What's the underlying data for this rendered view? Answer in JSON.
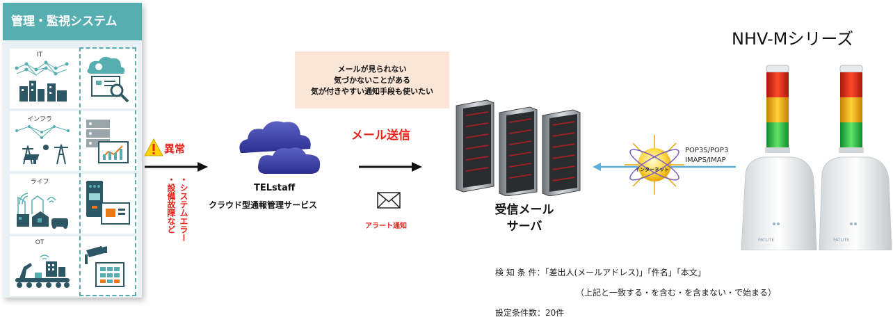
{
  "panel": {
    "title": "管理・監視システム",
    "rows": [
      {
        "label": "IT"
      },
      {
        "label": "インフラ"
      },
      {
        "label": "ライフ"
      },
      {
        "label": "OT"
      }
    ]
  },
  "anomaly": {
    "label": "異常",
    "causes": [
      "・システムエラー",
      "・設備故障など"
    ]
  },
  "cloud": {
    "name": "TELstaff",
    "subtitle": "クラウド型通報管理サービス"
  },
  "mail_send": {
    "label": "メール送信",
    "alert": "アラート通知"
  },
  "note": {
    "lines": [
      "メールが見られない",
      "気づかないことがある",
      "気が付きやすい通知手段も使いたい"
    ]
  },
  "server": {
    "label_line1": "受信メール",
    "label_line2": "サーバ"
  },
  "internet": {
    "label": "インターネット",
    "protocols": [
      "POP3S/POP3",
      "IMAPS/IMAP"
    ]
  },
  "product": {
    "title": "NHV-Mシリーズ",
    "brand": "PATLITE"
  },
  "detection": {
    "line1": "検 知 条 件：「差出人(メールアドレス)」「件名」「本文」",
    "line2": "（上記と一致する・を含む・を含まない・で始まる）",
    "line3": "設定条件数：20件"
  },
  "colors": {
    "teal": "#57aeb1",
    "red": "#e8231a",
    "note_bg": "#fbe5d6",
    "arrow_blue": "#5aafd6"
  }
}
